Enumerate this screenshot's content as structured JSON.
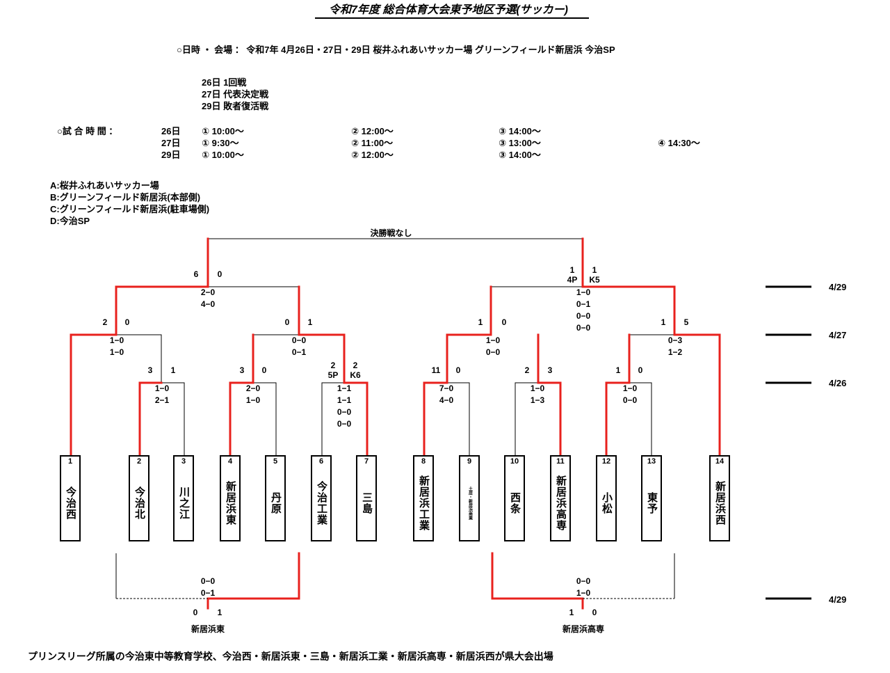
{
  "title": "令和7年度 総合体育大会東予地区予選(サッカー)",
  "dates_venue": "○日時 ・ 会場 ： 令和7年 4月26日・27日・29日 桜井ふれあいサッカー場 グリーンフィールド新居浜 今治SP",
  "schedule": [
    "26日 1回戦",
    "27日 代表決定戦",
    "29日 敗者復活戦"
  ],
  "match_times_label": "○試 合 時 間 ：",
  "times": [
    {
      "day": "26日",
      "slots": [
        "① 10:00～",
        "② 12:00～",
        "③ 14:00～"
      ]
    },
    {
      "day": "27日",
      "slots": [
        "① 9:30～",
        "② 11:00～",
        "③ 13:00～",
        "④ 14:30～"
      ]
    },
    {
      "day": "29日",
      "slots": [
        "① 10:00～",
        "② 12:00～",
        "③ 14:00～"
      ]
    }
  ],
  "venues": [
    "A:桜井ふれあいサッカー場",
    "B:グリーンフィールド新居浜(本部側)",
    "C:グリーンフィールド新居浜(駐車場側)",
    "D:今治SP"
  ],
  "final_label": "決勝戦なし",
  "round_dates": [
    "4/29",
    "4/27",
    "4/26",
    "4/29"
  ],
  "teams": [
    {
      "num": "1",
      "name": "今治西"
    },
    {
      "num": "2",
      "name": "今治北"
    },
    {
      "num": "3",
      "name": "川之江"
    },
    {
      "num": "4",
      "name": "新居浜東"
    },
    {
      "num": "5",
      "name": "丹原"
    },
    {
      "num": "6",
      "name": "今治工業"
    },
    {
      "num": "7",
      "name": "三島"
    },
    {
      "num": "8",
      "name": "新居浜工業"
    },
    {
      "num": "9",
      "name": "土居・新居浜商業"
    },
    {
      "num": "10",
      "name": "西条"
    },
    {
      "num": "11",
      "name": "新居浜高専"
    },
    {
      "num": "12",
      "name": "小松"
    },
    {
      "num": "13",
      "name": "東予"
    },
    {
      "num": "14",
      "name": "新居浜西"
    }
  ],
  "matches": {
    "r1_2v3": {
      "left": "3",
      "right": "1",
      "halves": [
        "1−0",
        "2−1"
      ]
    },
    "r1_4v5": {
      "left": "3",
      "right": "0",
      "halves": [
        "2−0",
        "1−0"
      ]
    },
    "r1_6v7": {
      "left": "2\n5P",
      "right": "2\nK6",
      "halves": [
        "1−1",
        "1−1",
        "0−0",
        "0−0"
      ]
    },
    "r1_8v9": {
      "left": "11",
      "right": "0",
      "halves": [
        "7−0",
        "4−0"
      ]
    },
    "r1_10v11": {
      "left": "2",
      "right": "3",
      "halves": [
        "1−0",
        "1−3"
      ]
    },
    "r1_12v13": {
      "left": "1",
      "right": "0",
      "halves": [
        "1−0",
        "0−0"
      ]
    },
    "r2_1v23": {
      "left": "2",
      "right": "0",
      "halves": [
        "1−0",
        "1−0"
      ]
    },
    "r2_45v67": {
      "left": "0",
      "right": "1",
      "halves": [
        "0−0",
        "0−1"
      ]
    },
    "r2_89v1011": {
      "left": "1",
      "right": "0",
      "halves": [
        "1−0",
        "0−0"
      ]
    },
    "r2_1213v14": {
      "left": "1",
      "right": "5",
      "halves": [
        "0−3",
        "1−2"
      ]
    },
    "sf_left": {
      "left": "6",
      "right": "0",
      "halves": [
        "2−0",
        "4−0"
      ]
    },
    "sf_right": {
      "left": "1\n4P",
      "right": "1\nK5",
      "halves": [
        "1−0",
        "0−1",
        "0−0",
        "0−0"
      ]
    },
    "rep_left": {
      "left": "0",
      "right": "1",
      "halves": [
        "0−0",
        "0−1"
      ],
      "winner": "新居浜東"
    },
    "rep_right": {
      "left": "1",
      "right": "0",
      "halves": [
        "0−0",
        "1−0"
      ],
      "winner": "新居浜高専"
    }
  },
  "footer": "プリンスリーグ所属の今治東中等教育学校、今治西・新居浜東・三島・新居浜工業・新居浜高専・新居浜西が県大会出場",
  "colors": {
    "winner_line": "#e8211d",
    "line": "#000000"
  }
}
